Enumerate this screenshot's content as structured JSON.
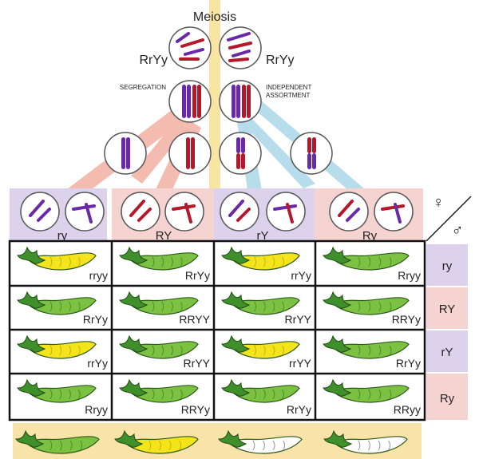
{
  "title": "Meiosis",
  "parents": {
    "left": "RrYy",
    "right": "RrYy"
  },
  "labels": {
    "segregation": "SEGREGATION",
    "independent_line1": "INDEPENDENT",
    "independent_line2": "ASSORTMENT"
  },
  "allele_letters": {
    "r": "r",
    "R": "R",
    "y": "y",
    "Y": "Y"
  },
  "gamete_labels": [
    "ry",
    "RY",
    "rY",
    "Ry"
  ],
  "symbols": {
    "female": "♀",
    "male": "♂"
  },
  "row_labels": [
    "ry",
    "RY",
    "rY",
    "Ry"
  ],
  "grid": [
    [
      {
        "g": "rryy",
        "c": "yellow"
      },
      {
        "g": "RrYy",
        "c": "green"
      },
      {
        "g": "rrYy",
        "c": "yellow"
      },
      {
        "g": "Rryy",
        "c": "green"
      }
    ],
    [
      {
        "g": "RrYy",
        "c": "green"
      },
      {
        "g": "RRYY",
        "c": "green"
      },
      {
        "g": "RrYY",
        "c": "green"
      },
      {
        "g": "RRYy",
        "c": "green"
      }
    ],
    [
      {
        "g": "rrYy",
        "c": "yellow"
      },
      {
        "g": "RrYY",
        "c": "green"
      },
      {
        "g": "rrYY",
        "c": "yellow"
      },
      {
        "g": "RrYy",
        "c": "green"
      }
    ],
    [
      {
        "g": "Rryy",
        "c": "green"
      },
      {
        "g": "RRYy",
        "c": "green"
      },
      {
        "g": "RrYy",
        "c": "green"
      },
      {
        "g": "RRyy",
        "c": "green"
      }
    ]
  ],
  "summary_pods": [
    "green",
    "yellow",
    "white",
    "white"
  ],
  "colors": {
    "purple": "#6a2aa8",
    "red": "#b3182b",
    "yellow_pod": "#f3e41c",
    "green_pod": "#7cc242",
    "band_yellow": "#f9e5a3",
    "band_blue": "#b7dcec",
    "band_red": "#f4bcb0",
    "lavender": "#dcd2ec",
    "pink": "#f5d3d1",
    "summary_bg": "#f8e3a8"
  }
}
